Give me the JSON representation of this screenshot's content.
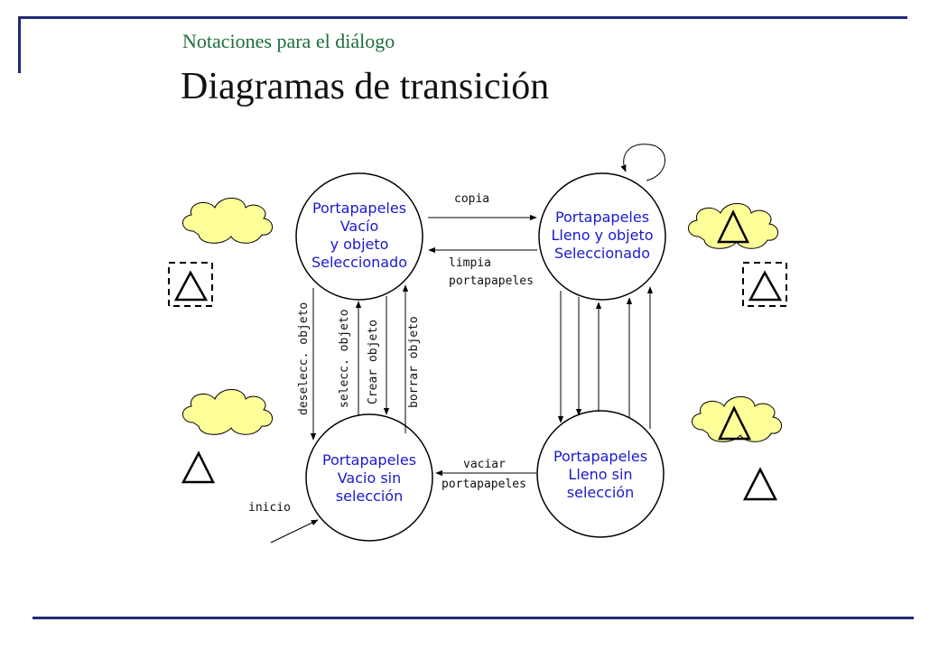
{
  "header": {
    "subtitle": "Notaciones para el diálogo",
    "title": "Diagramas de transición"
  },
  "states": {
    "vacio_sel": {
      "lines": [
        "Portapapeles",
        "Vacío",
        "y objeto",
        "Seleccionado"
      ]
    },
    "lleno_sel": {
      "lines": [
        "Portapapeles",
        "Lleno y objeto",
        "Seleccionado"
      ]
    },
    "vacio_sin": {
      "lines": [
        "Portapapeles",
        "Vacio sin",
        "selección"
      ]
    },
    "lleno_sin": {
      "lines": [
        "Portapapeles",
        "Lleno sin",
        "selección"
      ]
    }
  },
  "transitions": {
    "copia": "copia",
    "limpia_1": "limpia",
    "limpia_2": "portapapeles",
    "vaciar_1": "vaciar",
    "vaciar_2": "portapapeles",
    "deselecc": "deselecc. objeto",
    "selecc": "selecc. objeto",
    "crear": "Crear objeto",
    "borrar": "borrar objeto",
    "inicio": "inicio"
  },
  "colors": {
    "frame": "#1f2a78",
    "subtitle": "#1e6e3a",
    "state_text": "#1a1acc",
    "cloud": "#ffff99"
  }
}
